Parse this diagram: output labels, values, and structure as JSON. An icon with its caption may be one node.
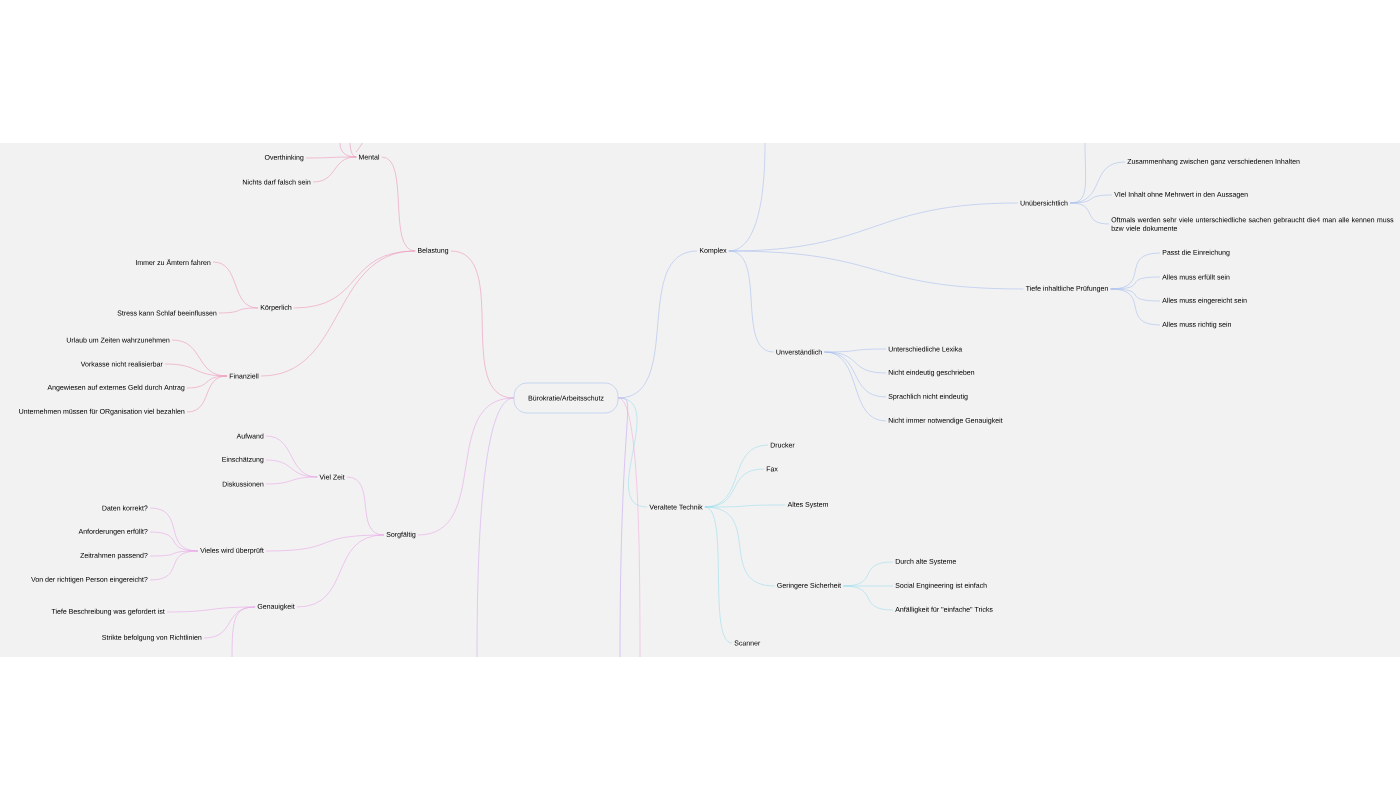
{
  "diagram": {
    "nodes": [
      {
        "text": [
          "Bürokratie/Arbeitsschutz"
        ]
      },
      {
        "text": [
          "Belastung"
        ]
      },
      {
        "text": [
          "Mental"
        ]
      },
      {
        "text": [
          "Overthinking"
        ]
      },
      {
        "text": [
          "Nichts darf falsch sein"
        ]
      },
      {
        "text": [
          "Körperlich"
        ]
      },
      {
        "text": [
          "Immer zu Ämtern fahren"
        ]
      },
      {
        "text": [
          "Stress kann Schlaf beeinflussen"
        ]
      },
      {
        "text": [
          "Finanziell"
        ]
      },
      {
        "text": [
          "Urlaub um Zeiten wahrzunehmen"
        ]
      },
      {
        "text": [
          "Vorkasse nicht realisierbar"
        ]
      },
      {
        "text": [
          "Angewiesen auf externes Geld durch Antrag"
        ]
      },
      {
        "text": [
          "Unternehmen müssen für ORganisation viel bezahlen"
        ]
      },
      {
        "text": [
          "Sorgfältig"
        ]
      },
      {
        "text": [
          "Viel Zeit"
        ]
      },
      {
        "text": [
          "Aufwand"
        ]
      },
      {
        "text": [
          "Einschätzung"
        ]
      },
      {
        "text": [
          "Diskussionen"
        ]
      },
      {
        "text": [
          "Vieles wird überprüft"
        ]
      },
      {
        "text": [
          "Daten korrekt?"
        ]
      },
      {
        "text": [
          "Anforderungen erfüllt?"
        ]
      },
      {
        "text": [
          "Zeitrahmen passend?"
        ]
      },
      {
        "text": [
          "Von der richtigen Person eingereicht?"
        ]
      },
      {
        "text": [
          "Genauigkeit"
        ]
      },
      {
        "text": [
          "Tiefe Beschreibung was gefordert ist"
        ]
      },
      {
        "text": [
          "Strikte befolgung von Richtlinien"
        ]
      },
      {
        "text": [
          "Komplex"
        ]
      },
      {
        "text": [
          "Unübersichtlich"
        ]
      },
      {
        "text": [
          "Zusammenhang zwischen ganz verschiedenen Inhalten"
        ]
      },
      {
        "text": [
          "VIel Inhalt ohne Mehrwert in den Aussagen"
        ]
      },
      {
        "text": [
          "Oftmals werden sehr viele unterschiedliche sachen gebraucht die4 man alle kennen muss bzw viele dokumente"
        ]
      },
      {
        "text": [
          "Tiefe inhaltliche Prüfungen"
        ]
      },
      {
        "text": [
          "Passt die Einreichung"
        ]
      },
      {
        "text": [
          "Alles muss erfüllt sein"
        ]
      },
      {
        "text": [
          "Alles muss eingereicht sein"
        ]
      },
      {
        "text": [
          "Alles muss richtig sein"
        ]
      },
      {
        "text": [
          "Unverständlich"
        ]
      },
      {
        "text": [
          "Unterschiedliche Lexika"
        ]
      },
      {
        "text": [
          "Nicht eindeutig geschrieben"
        ]
      },
      {
        "text": [
          "Sprachlich nicht eindeutig"
        ]
      },
      {
        "text": [
          "Nicht immer notwendige Genauigkeit"
        ]
      },
      {
        "text": [
          "Veraltete Technik"
        ]
      },
      {
        "text": [
          "Drucker"
        ]
      },
      {
        "text": [
          "Fax"
        ]
      },
      {
        "text": [
          "Altes System"
        ]
      },
      {
        "text": [
          "Geringere Sicherheit"
        ]
      },
      {
        "text": [
          "Durch alte Systeme"
        ]
      },
      {
        "text": [
          "Social Engineering ist einfach"
        ]
      },
      {
        "text": [
          "Anfälligkeit für \"einfache\" Tricks"
        ]
      },
      {
        "text": [
          "Scanner"
        ]
      }
    ],
    "edges": [
      {
        "from": 0,
        "to": 1,
        "arrow": "none",
        "color": "#ec8fb5"
      },
      {
        "from": 1,
        "to": 2,
        "arrow": "none",
        "color": "#ec8fb5"
      },
      {
        "from": 2,
        "to": 3,
        "arrow": "none",
        "color": "#ec8fb5"
      },
      {
        "from": 2,
        "to": 4,
        "arrow": "none",
        "color": "#ec8fb5"
      },
      {
        "from": 2,
        "to": null,
        "arrow": "none",
        "color": "#ec8fb5"
      },
      {
        "from": 2,
        "to": null,
        "arrow": "none",
        "color": "#ec8fb5"
      },
      {
        "from": 2,
        "to": null,
        "arrow": "none",
        "color": "#ec8fb5"
      },
      {
        "from": 1,
        "to": 5,
        "arrow": "none",
        "color": "#ec8fb5"
      },
      {
        "from": 5,
        "to": 6,
        "arrow": "none",
        "color": "#ec8fb5"
      },
      {
        "from": 5,
        "to": 7,
        "arrow": "none",
        "color": "#ec8fb5"
      },
      {
        "from": 1,
        "to": 8,
        "arrow": "none",
        "color": "#ec8fb5"
      },
      {
        "from": 8,
        "to": 9,
        "arrow": "none",
        "color": "#ec8fb5"
      },
      {
        "from": 8,
        "to": 10,
        "arrow": "none",
        "color": "#ec8fb5"
      },
      {
        "from": 8,
        "to": 11,
        "arrow": "none",
        "color": "#ec8fb5"
      },
      {
        "from": 8,
        "to": 12,
        "arrow": "none",
        "color": "#ec8fb5"
      },
      {
        "from": 0,
        "to": 13,
        "arrow": "none",
        "color": "#e8a0e8"
      },
      {
        "from": 13,
        "to": 14,
        "arrow": "none",
        "color": "#e8a0e8"
      },
      {
        "from": 14,
        "to": 15,
        "arrow": "none",
        "color": "#e8a0e8"
      },
      {
        "from": 14,
        "to": 16,
        "arrow": "none",
        "color": "#e8a0e8"
      },
      {
        "from": 14,
        "to": 17,
        "arrow": "none",
        "color": "#e8a0e8"
      },
      {
        "from": 13,
        "to": 18,
        "arrow": "none",
        "color": "#e8a0e8"
      },
      {
        "from": 18,
        "to": 19,
        "arrow": "none",
        "color": "#e8a0e8"
      },
      {
        "from": 18,
        "to": 20,
        "arrow": "none",
        "color": "#e8a0e8"
      },
      {
        "from": 18,
        "to": 21,
        "arrow": "none",
        "color": "#e8a0e8"
      },
      {
        "from": 18,
        "to": 22,
        "arrow": "none",
        "color": "#e8a0e8"
      },
      {
        "from": 13,
        "to": 23,
        "arrow": "none",
        "color": "#e8a0e8"
      },
      {
        "from": 23,
        "to": 24,
        "arrow": "none",
        "color": "#e8a0e8"
      },
      {
        "from": 23,
        "to": 25,
        "arrow": "none",
        "color": "#e8a0e8"
      },
      {
        "from": 23,
        "to": null,
        "arrow": "none",
        "color": "#e8a0e8"
      },
      {
        "from": 0,
        "to": 26,
        "arrow": "none",
        "color": "#a3bcee"
      },
      {
        "from": 26,
        "to": null,
        "arrow": "none",
        "color": "#a3bcee"
      },
      {
        "from": 26,
        "to": 27,
        "arrow": "none",
        "color": "#a3bcee"
      },
      {
        "from": 27,
        "to": null,
        "arrow": "none",
        "color": "#a3bcee"
      },
      {
        "from": 27,
        "to": 28,
        "arrow": "none",
        "color": "#a3bcee"
      },
      {
        "from": 27,
        "to": 29,
        "arrow": "none",
        "color": "#a3bcee"
      },
      {
        "from": 27,
        "to": 30,
        "arrow": "none",
        "color": "#a3bcee"
      },
      {
        "from": 26,
        "to": 31,
        "arrow": "none",
        "color": "#a3bcee"
      },
      {
        "from": 31,
        "to": 32,
        "arrow": "none",
        "color": "#a3bcee"
      },
      {
        "from": 31,
        "to": 33,
        "arrow": "none",
        "color": "#a3bcee"
      },
      {
        "from": 31,
        "to": 34,
        "arrow": "none",
        "color": "#a3bcee"
      },
      {
        "from": 31,
        "to": 35,
        "arrow": "none",
        "color": "#a3bcee"
      },
      {
        "from": 26,
        "to": 36,
        "arrow": "none",
        "color": "#a3bcee"
      },
      {
        "from": 36,
        "to": 37,
        "arrow": "none",
        "color": "#a3bcee"
      },
      {
        "from": 36,
        "to": 38,
        "arrow": "none",
        "color": "#a3bcee"
      },
      {
        "from": 36,
        "to": 39,
        "arrow": "none",
        "color": "#a3bcee"
      },
      {
        "from": 36,
        "to": 40,
        "arrow": "none",
        "color": "#a3bcee"
      },
      {
        "from": 0,
        "to": 41,
        "arrow": "none",
        "color": "#95dcec"
      },
      {
        "from": 41,
        "to": 42,
        "arrow": "none",
        "color": "#95dcec"
      },
      {
        "from": 41,
        "to": 43,
        "arrow": "none",
        "color": "#95dcec"
      },
      {
        "from": 41,
        "to": 44,
        "arrow": "none",
        "color": "#95dcec"
      },
      {
        "from": 41,
        "to": 45,
        "arrow": "none",
        "color": "#95dcec"
      },
      {
        "from": 45,
        "to": 46,
        "arrow": "none",
        "color": "#95dcec"
      },
      {
        "from": 45,
        "to": 47,
        "arrow": "none",
        "color": "#95dcec"
      },
      {
        "from": 45,
        "to": 48,
        "arrow": "none",
        "color": "#95dcec"
      },
      {
        "from": 41,
        "to": 49,
        "arrow": "none",
        "color": "#95dcec"
      },
      {
        "from": 0,
        "to": null,
        "arrow": "none",
        "color": "#d3a6f0"
      },
      {
        "from": 0,
        "to": null,
        "arrow": "none",
        "color": "#c39ef2"
      },
      {
        "from": 0,
        "to": null,
        "arrow": "none",
        "color": "#f0a8d8"
      }
    ]
  }
}
